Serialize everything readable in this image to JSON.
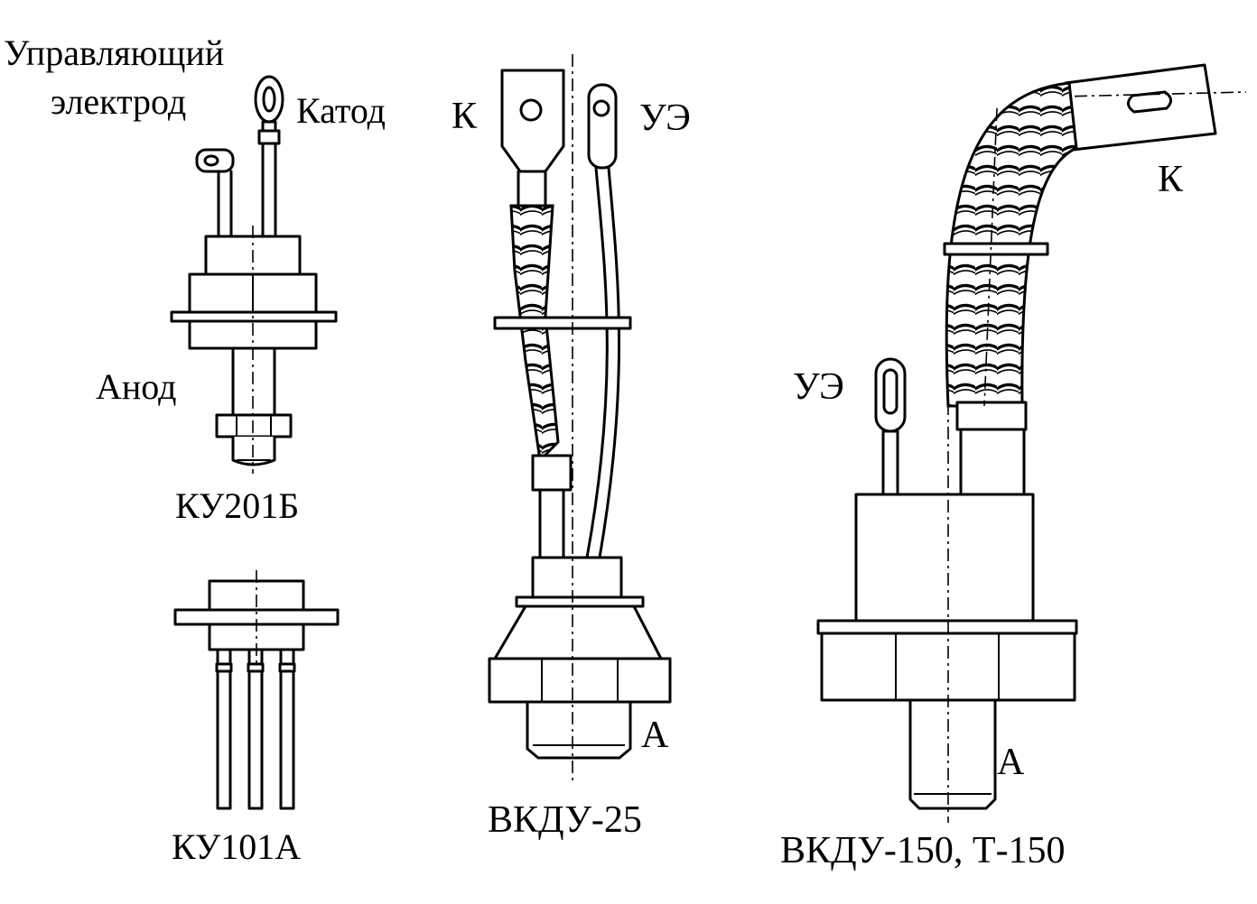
{
  "ku201b": {
    "control_electrode_line1": "Управляющий",
    "control_electrode_line2": "электрод",
    "cathode": "Катод",
    "anode": "Анод",
    "name": "КУ201Б"
  },
  "ku101a": {
    "name": "КУ101А"
  },
  "vkdu25": {
    "cathode": "К",
    "control": "УЭ",
    "anode": "А",
    "name": "ВКДУ-25"
  },
  "vkdu150": {
    "cathode": "К",
    "control": "УЭ",
    "anode": "А",
    "name": "ВКДУ-150, Т-150"
  }
}
